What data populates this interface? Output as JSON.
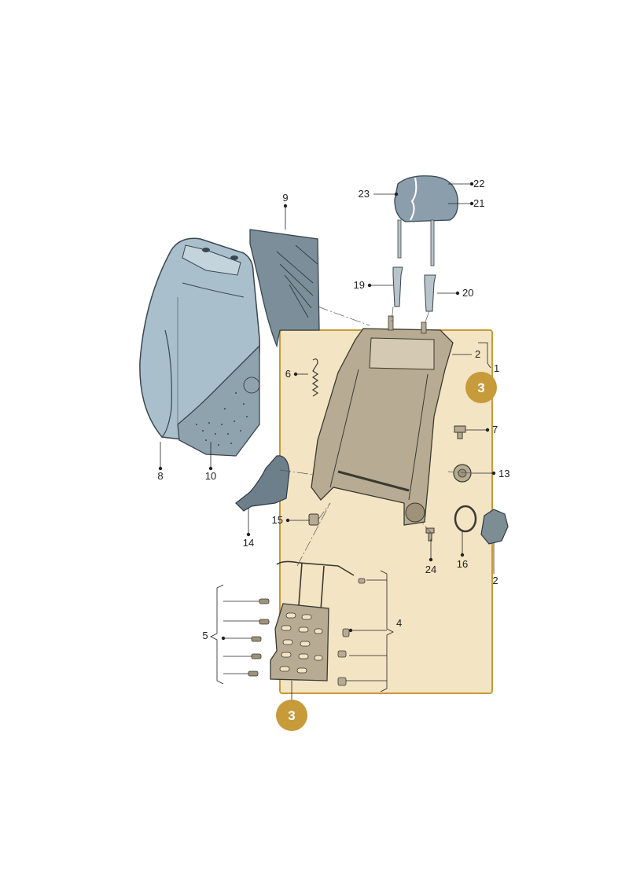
{
  "diagram": {
    "highlight_fill": "#f3e4c4",
    "highlight_stroke": "#c79a3a",
    "badge_color": "#c79a3a",
    "part_fill_blue": "#a9bfcb",
    "part_fill_dark": "#7b8e99",
    "part_fill_tan": "#b7ab93",
    "badges": [
      "3",
      "3"
    ],
    "labels": {
      "l1": "1",
      "l2a": "2",
      "l2b": "2",
      "l4": "4",
      "l5": "5",
      "l6": "6",
      "l7": "7",
      "l8": "8",
      "l9": "9",
      "l10": "10",
      "l13": "13",
      "l14": "14",
      "l15": "15",
      "l16": "16",
      "l19": "19",
      "l20": "20",
      "l21": "21",
      "l22": "22",
      "l23": "23",
      "l24": "24"
    }
  }
}
